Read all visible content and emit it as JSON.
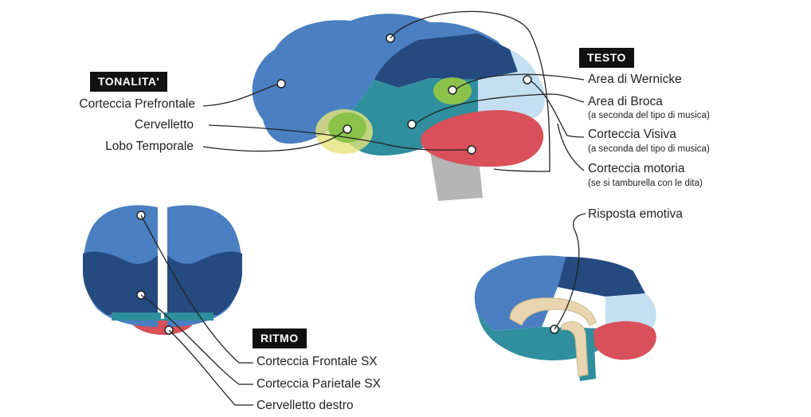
{
  "groups": {
    "tonalita": "TONALITA'",
    "testo": "TESTO",
    "ritmo": "RITMO"
  },
  "labels": {
    "corteccia_prefrontale": "Corteccia Prefrontale",
    "cervelletto": "Cervelletto",
    "lobo_temporale": "Lobo Temporale",
    "area_wernicke": "Area di Wernicke",
    "area_broca": "Area di Broca",
    "area_broca_note": "(a seconda del tipo di musica)",
    "corteccia_visiva": "Corteccia Visiva",
    "corteccia_visiva_note": "(a seconda del tipo di musica)",
    "corteccia_motoria": "Corteccia motoria",
    "corteccia_motoria_note": "(se si tamburella con le dita)",
    "risposta_emotiva": "Risposta emotiva",
    "corteccia_frontale_sx": "Corteccia Frontale SX",
    "corteccia_parietale_sx": "Corteccia Parietale SX",
    "cervelletto_destro": "Cervelletto destro"
  },
  "colors": {
    "frontal_blue": "#4a7fc1",
    "parietal_navy": "#244a80",
    "occipital_light": "#c5dff2",
    "temporal_teal": "#2f8f9d",
    "cerebellum_red": "#d9505a",
    "brainstem_gray": "#b5b5b5",
    "highlight_green": "#8bc34a",
    "highlight_yellow": "#e6e37a",
    "limbic_beige": "#e9d6b0",
    "tag_black": "#111111"
  }
}
